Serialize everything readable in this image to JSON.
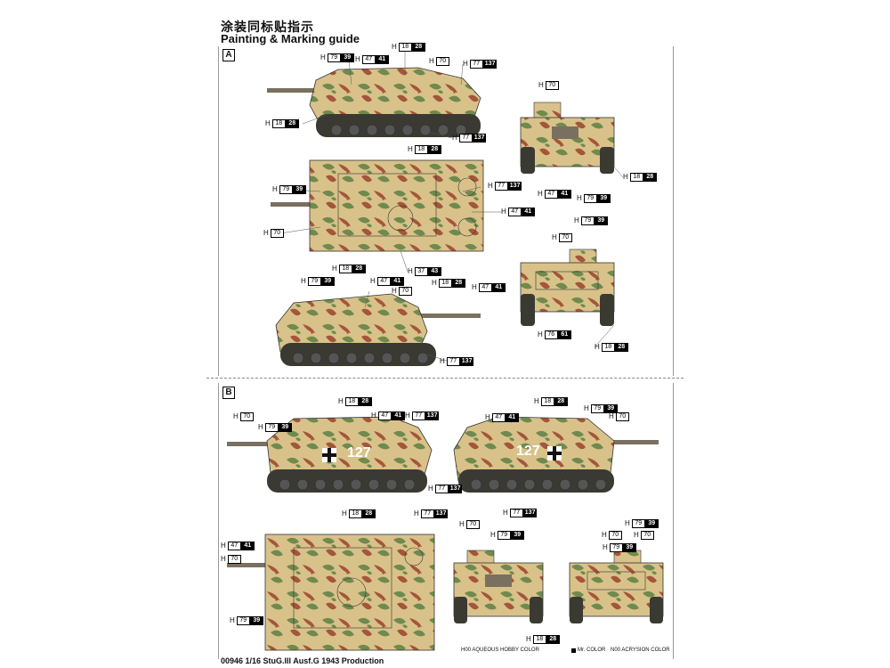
{
  "header": {
    "title_cn": "涂装同标贴指示",
    "title_en": "Painting & Marking guide"
  },
  "sections": {
    "a": "A",
    "b": "B"
  },
  "callouts": [
    {
      "h": "H",
      "a": "18",
      "b": "28"
    },
    {
      "h": "H",
      "a": "79",
      "b": "39"
    },
    {
      "h": "H",
      "a": "47",
      "b": "41"
    },
    {
      "h": "H",
      "a": "70",
      "b": ""
    },
    {
      "h": "H",
      "a": "77",
      "b": "137"
    },
    {
      "h": "H",
      "a": "18",
      "b": "28"
    },
    {
      "h": "H",
      "a": "77",
      "b": "137"
    },
    {
      "h": "H",
      "a": "70",
      "b": ""
    },
    {
      "h": "H",
      "a": "18",
      "b": "28"
    },
    {
      "h": "H",
      "a": "47",
      "b": "41"
    },
    {
      "h": "H",
      "a": "79",
      "b": "39"
    },
    {
      "h": "H",
      "a": "18",
      "b": "28"
    },
    {
      "h": "H",
      "a": "79",
      "b": "39"
    },
    {
      "h": "H",
      "a": "77",
      "b": "137"
    },
    {
      "h": "H",
      "a": "47",
      "b": "41"
    },
    {
      "h": "H",
      "a": "70",
      "b": ""
    },
    {
      "h": "H",
      "a": "37",
      "b": "43"
    },
    {
      "h": "H",
      "a": "18",
      "b": "28"
    },
    {
      "h": "H",
      "a": "79",
      "b": "39"
    },
    {
      "h": "H",
      "a": "70",
      "b": ""
    },
    {
      "h": "H",
      "a": "47",
      "b": "41"
    },
    {
      "h": "H",
      "a": "18",
      "b": "28"
    },
    {
      "h": "H",
      "a": "79",
      "b": "39"
    },
    {
      "h": "H",
      "a": "47",
      "b": "41"
    },
    {
      "h": "H",
      "a": "70",
      "b": ""
    },
    {
      "h": "H",
      "a": "77",
      "b": "137"
    },
    {
      "h": "H",
      "a": "76",
      "b": "61"
    },
    {
      "h": "H",
      "a": "18",
      "b": "28"
    },
    {
      "h": "H",
      "a": "18",
      "b": "28"
    },
    {
      "h": "H",
      "a": "70",
      "b": ""
    },
    {
      "h": "H",
      "a": "79",
      "b": "39"
    },
    {
      "h": "H",
      "a": "47",
      "b": "41"
    },
    {
      "h": "H",
      "a": "77",
      "b": "137"
    },
    {
      "h": "H",
      "a": "77",
      "b": "137"
    },
    {
      "h": "H",
      "a": "18",
      "b": "28"
    },
    {
      "h": "H",
      "a": "47",
      "b": "41"
    },
    {
      "h": "H",
      "a": "79",
      "b": "39"
    },
    {
      "h": "H",
      "a": "70",
      "b": ""
    },
    {
      "h": "H",
      "a": "77",
      "b": "137"
    },
    {
      "h": "H",
      "a": "18",
      "b": "28"
    },
    {
      "h": "H",
      "a": "77",
      "b": "137"
    },
    {
      "h": "H",
      "a": "47",
      "b": "41"
    },
    {
      "h": "H",
      "a": "70",
      "b": ""
    },
    {
      "h": "H",
      "a": "79",
      "b": "39"
    },
    {
      "h": "H",
      "a": "70",
      "b": ""
    },
    {
      "h": "H",
      "a": "79",
      "b": "39"
    },
    {
      "h": "H",
      "a": "18",
      "b": "28"
    },
    {
      "h": "H",
      "a": "70",
      "b": ""
    },
    {
      "h": "H",
      "a": "79",
      "b": "39"
    },
    {
      "h": "H",
      "a": "70",
      "b": ""
    },
    {
      "h": "H",
      "a": "79",
      "b": "39"
    }
  ],
  "vehicle_number": "127",
  "legend": {
    "aqueous": "H00 AQUEOUS HOBBY COLOR",
    "mr": "Mr. COLOR",
    "acrysion": "N00 ACRYSION COLOR"
  },
  "footer": "00946 1/16 StuG.III Ausf.G 1943 Production",
  "colors": {
    "sand": "#d9c28a",
    "green": "#6f8a4e",
    "red_brown": "#a4553a",
    "dark": "#3a3a33"
  }
}
